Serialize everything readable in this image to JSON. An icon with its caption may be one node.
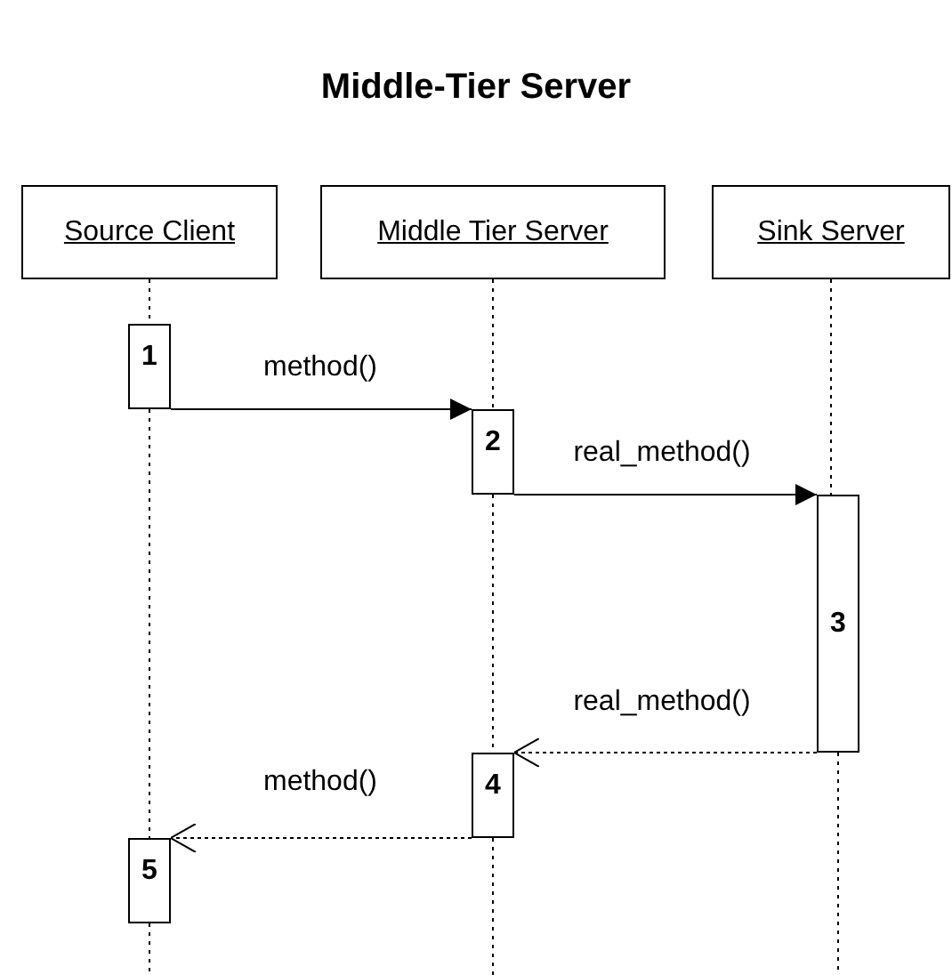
{
  "diagram": {
    "title": "Middle-Tier Server",
    "nodes": [
      {
        "text": [
          "Source Client"
        ]
      },
      {
        "text": [
          "Middle Tier Server"
        ]
      },
      {
        "text": [
          "Sink Server"
        ]
      },
      {
        "text": [
          "1"
        ]
      },
      {
        "text": [
          "2"
        ]
      },
      {
        "text": [
          "3"
        ]
      },
      {
        "text": [
          "4"
        ]
      },
      {
        "text": [
          "5"
        ]
      }
    ],
    "edges": [
      {
        "from": 3,
        "to": 4,
        "arrow": "to",
        "label": "method()"
      },
      {
        "from": 4,
        "to": 5,
        "arrow": "to",
        "label": "real_method()"
      },
      {
        "from": 5,
        "to": 6,
        "arrow": "to",
        "label": "real_method()",
        "style": "dashed"
      },
      {
        "from": 6,
        "to": 7,
        "arrow": "to",
        "label": "method()",
        "style": "dashed"
      },
      {
        "from": 0,
        "to": 3,
        "arrow": "none",
        "style": "dashed"
      },
      {
        "from": 3,
        "to": 7,
        "arrow": "none",
        "style": "dashed"
      },
      {
        "from": 7,
        "to": null,
        "arrow": "none",
        "style": "dashed"
      },
      {
        "from": 1,
        "to": 4,
        "arrow": "none",
        "style": "dashed"
      },
      {
        "from": 4,
        "to": 6,
        "arrow": "none",
        "style": "dashed"
      },
      {
        "from": 6,
        "to": null,
        "arrow": "none",
        "style": "dashed"
      },
      {
        "from": 2,
        "to": 5,
        "arrow": "none",
        "style": "dashed"
      },
      {
        "from": 5,
        "to": null,
        "arrow": "none",
        "style": "dashed"
      }
    ]
  }
}
